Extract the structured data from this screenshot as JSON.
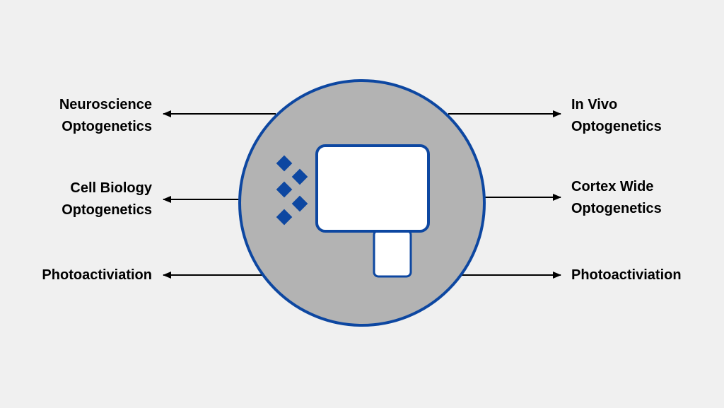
{
  "colors": {
    "background": "#f0f0f0",
    "circle_fill": "#b3b3b3",
    "accent_blue": "#0d47a1",
    "device_fill": "#ffffff",
    "arrow": "#000000",
    "text": "#000000"
  },
  "icons": {
    "center": "optogenetics-device-icon",
    "particles": "light-particle-icon"
  },
  "left_labels": [
    {
      "lines": [
        "Neuroscience",
        "Optogenetics"
      ]
    },
    {
      "lines": [
        "Cell Biology",
        "Optogenetics"
      ]
    },
    {
      "lines": [
        "Photoactiviation"
      ]
    }
  ],
  "right_labels": [
    {
      "lines": [
        "In Vivo",
        "Optogenetics"
      ]
    },
    {
      "lines": [
        "Cortex Wide",
        "Optogenetics"
      ]
    },
    {
      "lines": [
        "Photoactiviation"
      ]
    }
  ]
}
